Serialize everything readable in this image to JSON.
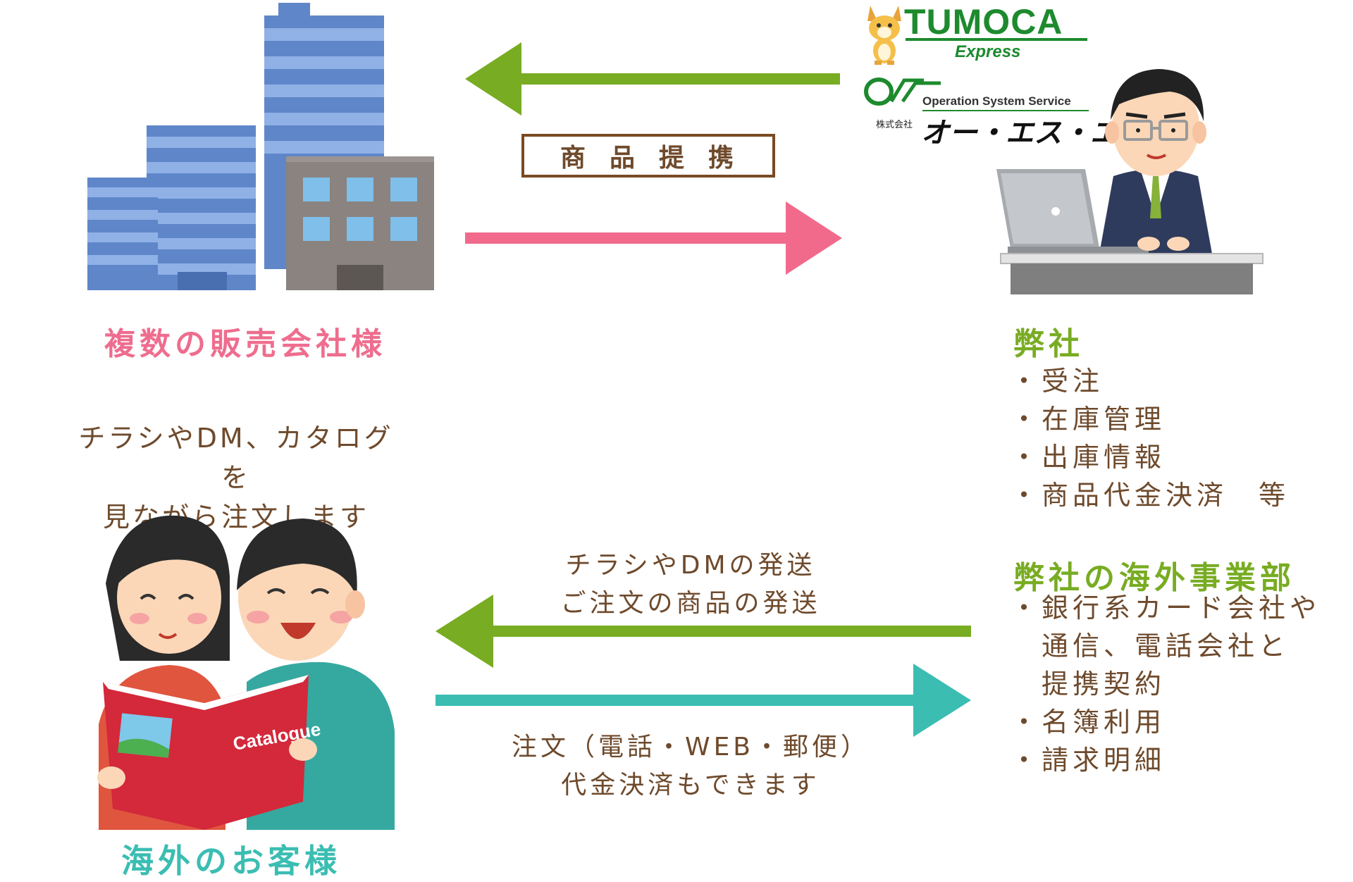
{
  "logos": {
    "tumoca": "TUMOCA",
    "express": "Express",
    "oss_tagline": "Operation System Service",
    "oss_company_prefix": "株式会社",
    "oss_company_name": "オー・エス・エス"
  },
  "badge": {
    "label": "商品提携"
  },
  "partners": {
    "label": "複数の販売会社様"
  },
  "company": {
    "title": "弊社",
    "items": [
      "・受注",
      "・在庫管理",
      "・出庫情報",
      "・商品代金決済　等"
    ]
  },
  "overseas_division": {
    "title": "弊社の海外事業部",
    "items": [
      "・銀行系カード会社や",
      "　通信、電話会社と",
      "　提携契約",
      "・名簿利用",
      "・請求明細"
    ]
  },
  "customer": {
    "caption_line1": "チラシやDM、カタログを",
    "caption_line2": "見ながら注文します",
    "label": "海外のお客様",
    "book_title": "Catalogue"
  },
  "arrows": {
    "to_customer_line1": "チラシやDMの発送",
    "to_customer_line2": "ご注文の商品の発送",
    "from_customer_line1": "注文（電話・WEB・郵便）",
    "from_customer_line2": "代金決済もできます"
  },
  "colors": {
    "pink": "#ee6d8e",
    "green": "#78ac22",
    "teal": "#3bbdb2",
    "brown": "#6e4a2c"
  }
}
